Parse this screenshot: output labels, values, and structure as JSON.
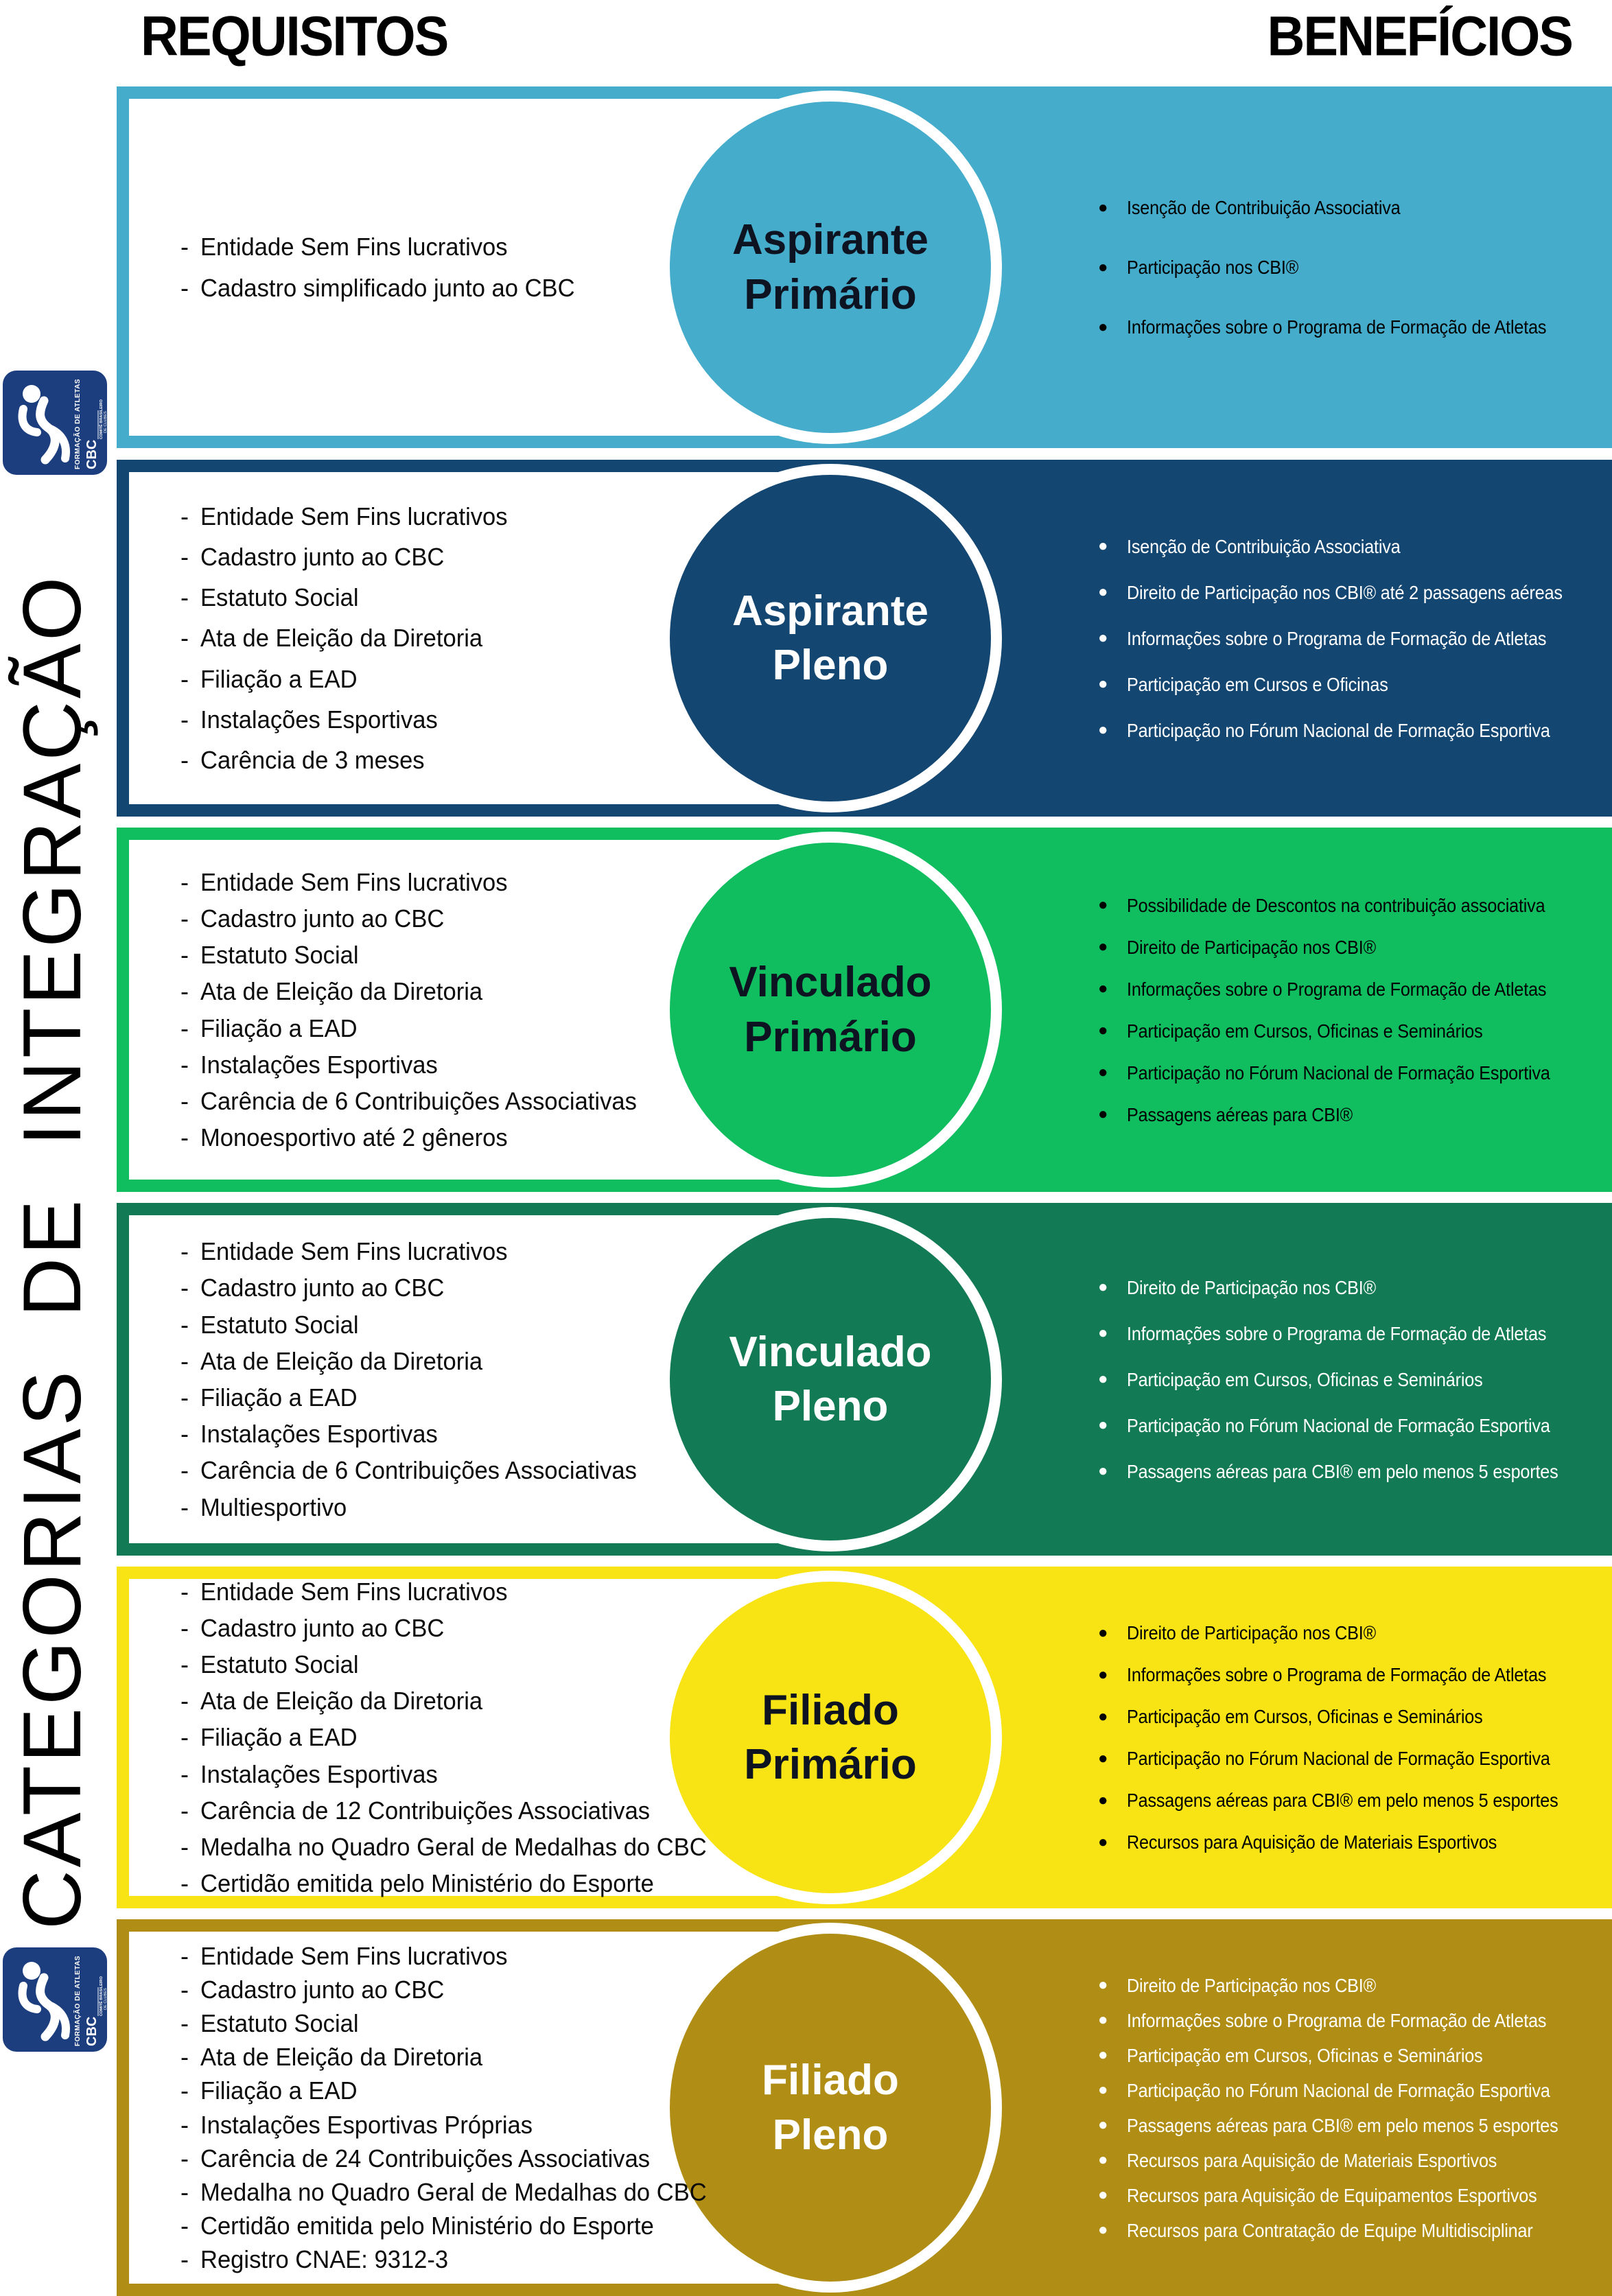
{
  "header": {
    "left_title": "REQUISITOS",
    "right_title": "BENEFÍCIOS"
  },
  "sidebar": {
    "vertical_title": "CATEGORIAS  DE  INTEGRAÇÃO",
    "logo": {
      "program": "FORMAÇÃO DE ATLETAS",
      "acronym": "CBC",
      "org_line1": "COMITÊ BRASILEIRO",
      "org_line2": "DE CLUBES"
    }
  },
  "colors": {
    "logo_blue": "#1C3E7E",
    "title_text": "#000000",
    "requirement_text": "#0B0B0B",
    "light_row_title": "#0D1320",
    "dark_row_text": "#FFFFFF",
    "row_aspirante_primario": "#45ACCC",
    "row_aspirante_pleno": "#134670",
    "row_vinculado_primario": "#10BE60",
    "row_vinculado_pleno": "#137A56",
    "row_filiado_primario": "#F8E414",
    "row_filiado_pleno": "#B08E15"
  },
  "categories": [
    {
      "name_line1": "Aspirante",
      "name_line2": "Primário",
      "color": "#45ACCC",
      "dark": false,
      "requirements": [
        "Entidade Sem Fins lucrativos",
        "Cadastro simplificado junto ao CBC"
      ],
      "benefits": [
        "Isenção de Contribuição Associativa",
        "Participação nos CBI®",
        "Informações sobre o Programa de Formação de Atletas"
      ]
    },
    {
      "name_line1": "Aspirante",
      "name_line2": "Pleno",
      "color": "#134670",
      "dark": true,
      "requirements": [
        "Entidade Sem Fins lucrativos",
        "Cadastro junto ao CBC",
        "Estatuto Social",
        "Ata de Eleição da Diretoria",
        "Filiação a EAD",
        "Instalações Esportivas",
        "Carência de 3 meses"
      ],
      "benefits": [
        "Isenção de Contribuição Associativa",
        "Direito de Participação nos CBI®  até 2 passagens aéreas",
        "Informações sobre o Programa de Formação de Atletas",
        "Participação em Cursos e Oficinas",
        "Participação no Fórum Nacional de Formação Esportiva"
      ]
    },
    {
      "name_line1": "Vinculado",
      "name_line2": "Primário",
      "color": "#10BE60",
      "dark": false,
      "requirements": [
        "Entidade Sem Fins lucrativos",
        "Cadastro junto ao CBC",
        "Estatuto Social",
        "Ata de Eleição da Diretoria",
        "Filiação a EAD",
        "Instalações Esportivas",
        "Carência de 6 Contribuições Associativas",
        "Monoesportivo até 2 gêneros"
      ],
      "benefits": [
        "Possibilidade de Descontos na contribuição associativa",
        "Direito de Participação nos CBI®",
        "Informações sobre o Programa de Formação de Atletas",
        "Participação em Cursos, Oficinas e Seminários",
        "Participação no Fórum Nacional de Formação Esportiva",
        "Passagens aéreas para CBI®"
      ]
    },
    {
      "name_line1": "Vinculado",
      "name_line2": "Pleno",
      "color": "#137A56",
      "dark": true,
      "requirements": [
        "Entidade Sem Fins lucrativos",
        "Cadastro junto ao CBC",
        "Estatuto Social",
        "Ata de Eleição da Diretoria",
        "Filiação a EAD",
        "Instalações Esportivas",
        "Carência de 6 Contribuições Associativas",
        "Multiesportivo"
      ],
      "benefits": [
        "Direito de Participação nos CBI®",
        "Informações sobre o Programa de Formação de Atletas",
        "Participação em Cursos, Oficinas e Seminários",
        "Participação no Fórum Nacional de Formação Esportiva",
        "Passagens aéreas para CBI® em pelo menos 5 esportes"
      ]
    },
    {
      "name_line1": "Filiado",
      "name_line2": "Primário",
      "color": "#F8E414",
      "dark": false,
      "requirements": [
        "Entidade Sem Fins lucrativos",
        "Cadastro junto ao CBC",
        "Estatuto Social",
        "Ata de Eleição da Diretoria",
        "Filiação a EAD",
        "Instalações Esportivas",
        "Carência de 12 Contribuições Associativas",
        "Medalha no Quadro Geral de Medalhas do CBC",
        "Certidão emitida pelo Ministério do Esporte"
      ],
      "benefits": [
        "Direito de Participação nos CBI®",
        "Informações sobre o Programa de Formação de Atletas",
        "Participação em Cursos, Oficinas e Seminários",
        "Participação no Fórum Nacional de Formação Esportiva",
        "Passagens aéreas para CBI® em pelo menos 5 esportes",
        "Recursos para Aquisição de Materiais Esportivos"
      ]
    },
    {
      "name_line1": "Filiado",
      "name_line2": "Pleno",
      "color": "#B08E15",
      "dark": true,
      "requirements": [
        "Entidade Sem Fins lucrativos",
        "Cadastro junto ao CBC",
        "Estatuto Social",
        "Ata de Eleição da Diretoria",
        "Filiação a EAD",
        "Instalações Esportivas Próprias",
        "Carência de 24 Contribuições Associativas",
        "Medalha no Quadro Geral de Medalhas do CBC",
        "Certidão emitida pelo Ministério do Esporte",
        "Registro CNAE: 9312-3"
      ],
      "benefits": [
        "Direito de Participação nos CBI®",
        "Informações sobre o Programa de Formação de Atletas",
        "Participação em Cursos, Oficinas e Seminários",
        "Participação no Fórum Nacional de Formação Esportiva",
        "Passagens aéreas para CBI® em pelo menos 5 esportes",
        "Recursos para Aquisição de Materiais Esportivos",
        "Recursos para Aquisição de Equipamentos Esportivos",
        "Recursos para Contratação de Equipe  Multidisciplinar"
      ]
    }
  ]
}
